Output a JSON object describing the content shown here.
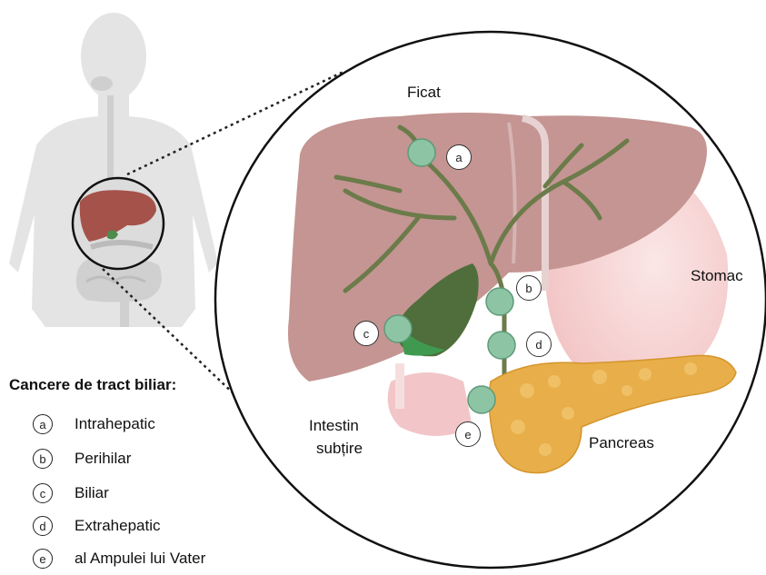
{
  "top_caption": "",
  "labels": {
    "ficat": "Ficat",
    "stomac": "Stomac",
    "intestin": "Intestin",
    "subtire": "subțire",
    "pancreas": "Pancreas"
  },
  "legend": {
    "title": "Cancere de tract biliar:",
    "items": [
      {
        "key": "a",
        "text": "Intrahepatic"
      },
      {
        "key": "b",
        "text": "Perihilar"
      },
      {
        "key": "c",
        "text": "Biliar"
      },
      {
        "key": "d",
        "text": "Extrahepatic"
      },
      {
        "key": "e",
        "text": "al Ampulei lui Vater"
      }
    ]
  },
  "markers": [
    "a",
    "b",
    "c",
    "d",
    "e"
  ],
  "colors": {
    "liver": "#b98c8a",
    "liver_light": "#d4b3b1",
    "stomach": "#f4d0d0",
    "duct": "#6a7a4a",
    "gallbladder": "#4a6a3a",
    "tumor": "#8fbfa4",
    "pancreas": "#e6b04a",
    "body_silhouette": "#e6e6e6"
  }
}
